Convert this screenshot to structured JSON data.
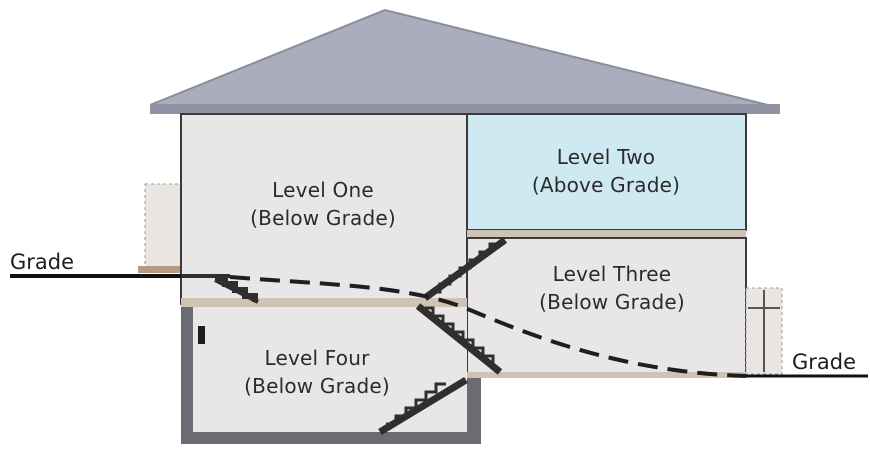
{
  "levels": {
    "one": {
      "name": "Level One",
      "grade": "(Below Grade)"
    },
    "two": {
      "name": "Level Two",
      "grade": "(Above Grade)"
    },
    "three": {
      "name": "Level Three",
      "grade": "(Below Grade)"
    },
    "four": {
      "name": "Level Four",
      "grade": "(Below Grade)"
    }
  },
  "grade_labels": {
    "left": "Grade",
    "right": "Grade"
  },
  "colors": {
    "roof": "#a9adbd",
    "wall": "#e8e6e6",
    "level_two_fill": "#cfe9f3",
    "floor": "#cfc3b3",
    "foundation": "#6b6b74",
    "stairs": "#2f2f2f",
    "outline": "#3a3a3a"
  }
}
